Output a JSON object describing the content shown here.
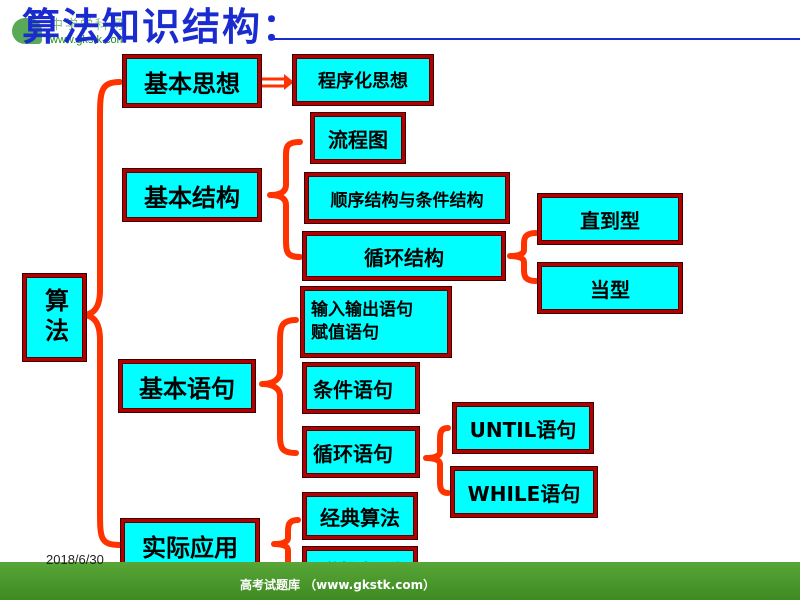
{
  "header": {
    "title": "算法知识结构：",
    "logo_text": "中学学科网",
    "logo_url": "www.gkstk.com"
  },
  "root": {
    "label": "算法"
  },
  "nodes": {
    "basic_idea": "基本思想",
    "programmatic_idea": "程序化思想",
    "basic_structure": "基本结构",
    "flowchart": "流程图",
    "seq_cond": "顺序结构与条件结构",
    "loop_structure": "循环结构",
    "until_type": "直到型",
    "while_type": "当型",
    "basic_statements": "基本语句",
    "io_assign_line1": "输入输出语句",
    "io_assign_line2": "赋值语句",
    "cond_statement": "条件语句",
    "loop_statement": "循环语句",
    "until_statement": "UNTIL语句",
    "while_statement": "WHILE语句",
    "application": "实际应用",
    "classic_algo": "经典算法",
    "recursive_seq": "递推数列"
  },
  "footer": {
    "date": "2018/6/30",
    "text": "高考试题库 （www.gkstk.com）"
  },
  "colors": {
    "box_fill": "#00ffff",
    "box_border": "#b00000",
    "connector": "#ff3300",
    "title": "#1a2bd0",
    "footer": "#4e9a2e"
  }
}
